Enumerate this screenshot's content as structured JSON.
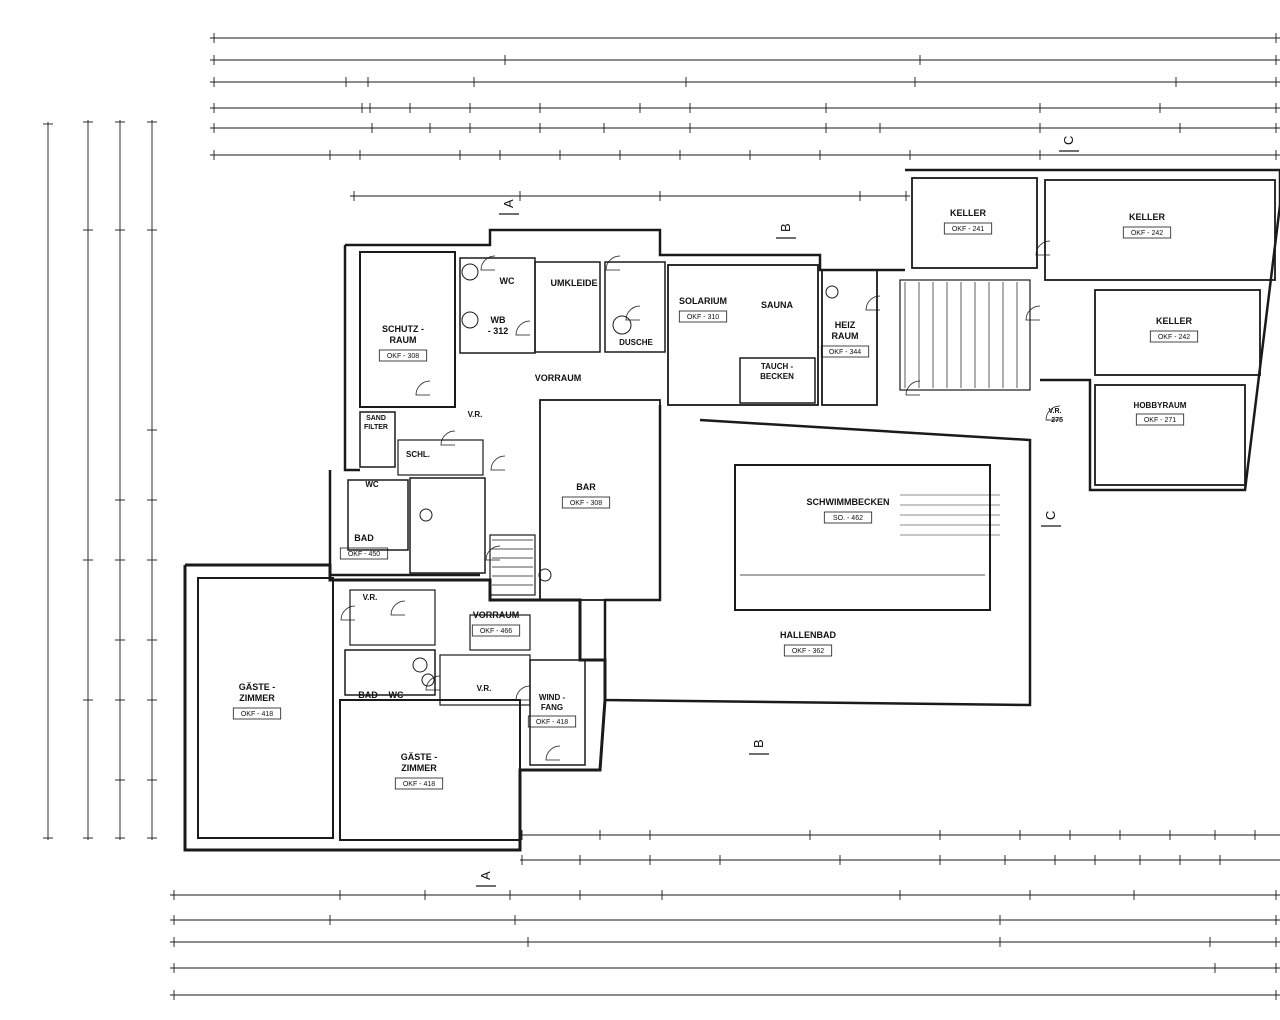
{
  "section_marks": [
    "A",
    "B",
    "C"
  ],
  "rooms": [
    {
      "id": "wc_top",
      "lines": [
        "WC"
      ],
      "okf": ""
    },
    {
      "id": "wb",
      "lines": [
        "WB",
        "- 312"
      ],
      "okf": ""
    },
    {
      "id": "umkleide",
      "lines": [
        "UMKLEIDE"
      ],
      "okf": ""
    },
    {
      "id": "dusche",
      "lines": [
        "DUSCHE"
      ],
      "okf": ""
    },
    {
      "id": "solarium",
      "lines": [
        "SOLARIUM"
      ],
      "okf": "OKF - 310"
    },
    {
      "id": "sauna",
      "lines": [
        "SAUNA"
      ],
      "okf": ""
    },
    {
      "id": "tauchbecken",
      "lines": [
        "TAUCH -",
        "BECKEN"
      ],
      "okf": ""
    },
    {
      "id": "schutzraum",
      "lines": [
        "SCHUTZ -",
        "RAUM"
      ],
      "okf": "OKF - 308"
    },
    {
      "id": "vorraum_top",
      "lines": [
        "VORRAUM"
      ],
      "okf": ""
    },
    {
      "id": "heizraum",
      "lines": [
        "HEIZ",
        "RAUM"
      ],
      "okf": "OKF - 344"
    },
    {
      "id": "keller1",
      "lines": [
        "KELLER"
      ],
      "okf": "OKF - 241"
    },
    {
      "id": "keller2",
      "lines": [
        "KELLER"
      ],
      "okf": "OKF - 242"
    },
    {
      "id": "keller3",
      "lines": [
        "KELLER"
      ],
      "okf": "OKF - 242"
    },
    {
      "id": "hobbyraum",
      "lines": [
        "HOBBYRAUM"
      ],
      "okf": "OKF - 271"
    },
    {
      "id": "vr_right",
      "lines": [
        "V.R.",
        "- 275"
      ],
      "okf": ""
    },
    {
      "id": "sandfilter",
      "lines": [
        "SAND",
        "FILTER"
      ],
      "okf": ""
    },
    {
      "id": "vr_mid",
      "lines": [
        "V.R."
      ],
      "okf": ""
    },
    {
      "id": "schl",
      "lines": [
        "SCHL."
      ],
      "okf": ""
    },
    {
      "id": "bar",
      "lines": [
        "BAR"
      ],
      "okf": "OKF - 308"
    },
    {
      "id": "schwimmbecken",
      "lines": [
        "SCHWIMMBECKEN"
      ],
      "okf": "SO. - 462"
    },
    {
      "id": "hallenbad",
      "lines": [
        "HALLENBAD"
      ],
      "okf": "OKF - 362"
    },
    {
      "id": "wc_mid",
      "lines": [
        "WC"
      ],
      "okf": ""
    },
    {
      "id": "bad_mid",
      "lines": [
        "BAD"
      ],
      "okf": "OKF - 450"
    },
    {
      "id": "vr_left",
      "lines": [
        "V.R."
      ],
      "okf": ""
    },
    {
      "id": "vorraum_low",
      "lines": [
        "VORRAUM"
      ],
      "okf": "OKF - 466"
    },
    {
      "id": "bad_low",
      "lines": [
        "BAD"
      ],
      "okf": ""
    },
    {
      "id": "wc_low",
      "lines": [
        "WC"
      ],
      "okf": ""
    },
    {
      "id": "vr_low",
      "lines": [
        "V.R."
      ],
      "okf": ""
    },
    {
      "id": "windfang",
      "lines": [
        "WIND -",
        "FANG"
      ],
      "okf": "OKF - 418"
    },
    {
      "id": "gaeste1",
      "lines": [
        "GÄSTE -",
        "ZIMMER"
      ],
      "okf": "OKF - 418"
    },
    {
      "id": "gaeste2",
      "lines": [
        "GÄSTE -",
        "ZIMMER"
      ],
      "okf": "OKF - 418"
    }
  ]
}
